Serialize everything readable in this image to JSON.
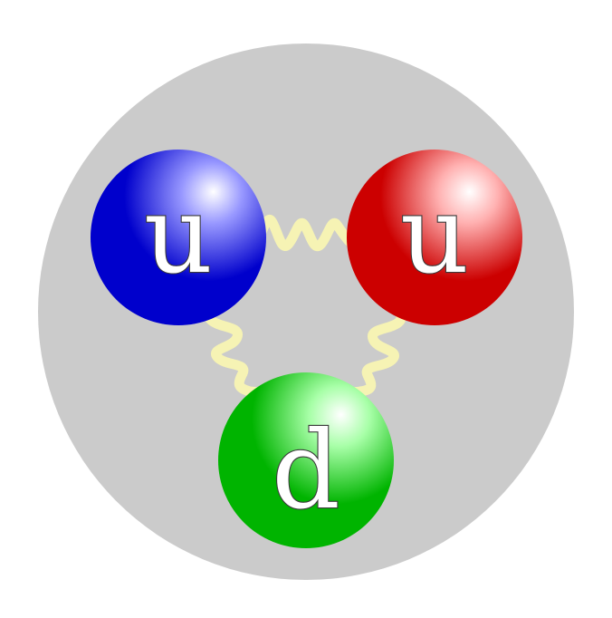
{
  "diagram": {
    "background_color": "#ffffff",
    "nucleon_color": "#cbcbcb",
    "gluon_color": "#f6f3b4",
    "quarks": [
      {
        "label": "u",
        "color": "#0000cc",
        "highlight": "#9898ff"
      },
      {
        "label": "u",
        "color": "#cc0000",
        "highlight": "#ffb0b0"
      },
      {
        "label": "d",
        "color": "#00b400",
        "highlight": "#a8ffa8"
      }
    ]
  }
}
